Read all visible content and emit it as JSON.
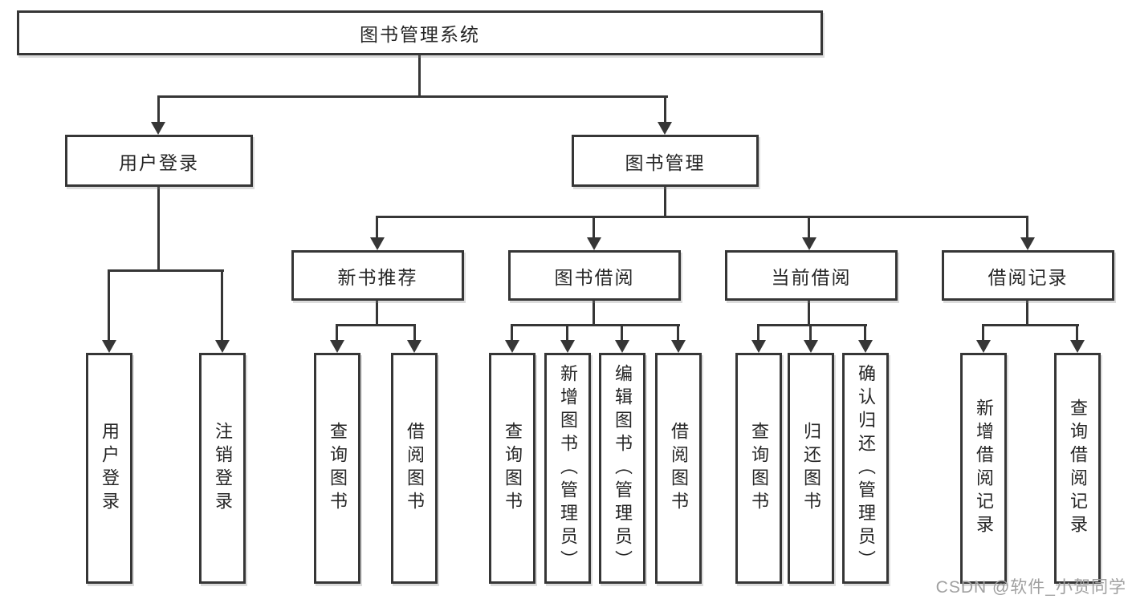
{
  "colors": {
    "background": "#ffffff",
    "line": "#363636",
    "box_border": "#363636",
    "text": "#262626",
    "watermark": "#a0a0a0"
  },
  "tree": {
    "root": {
      "label": "图书管理系统"
    },
    "level2": [
      {
        "label": "用户登录",
        "children": [
          "用户登录",
          "注销登录"
        ]
      },
      {
        "label": "图书管理"
      }
    ],
    "level3": [
      {
        "label": "新书推荐",
        "children": [
          "查询图书",
          "借阅图书"
        ]
      },
      {
        "label": "图书借阅",
        "children": [
          "查询图书",
          "新增图书（管理员）",
          "编辑图书（管理员）",
          "借阅图书"
        ]
      },
      {
        "label": "当前借阅",
        "children": [
          "查询图书",
          "归还图书",
          "确认归还（管理员）"
        ]
      },
      {
        "label": "借阅记录",
        "children": [
          "新增借阅记录",
          "查询借阅记录"
        ]
      }
    ]
  },
  "watermark": {
    "text": "CSDN @软件_小贺同学"
  }
}
